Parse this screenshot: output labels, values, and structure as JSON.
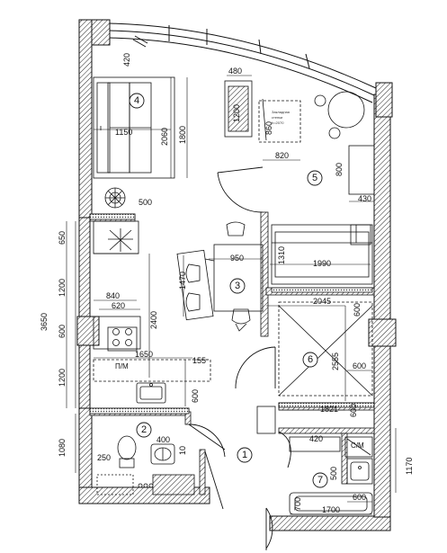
{
  "plan": {
    "rooms": [
      {
        "number": "1"
      },
      {
        "number": "2"
      },
      {
        "number": "3"
      },
      {
        "number": "4"
      },
      {
        "number": "5"
      },
      {
        "number": "6"
      },
      {
        "number": "7"
      }
    ],
    "dimensions": {
      "d420": "420",
      "d480": "480",
      "d1200": "1200",
      "d860": "860",
      "d820": "820",
      "d2060": "2060",
      "d1800": "1800",
      "d1150": "1150",
      "d500": "500",
      "d800": "800",
      "d430": "430",
      "d650": "650",
      "d950": "950",
      "d1310": "1310",
      "d1990": "1990",
      "d1470": "1470",
      "d1200b": "1200",
      "d840": "840",
      "d620": "620",
      "d2400": "2400",
      "d2045": "2045",
      "d600a": "600",
      "d3650": "3650",
      "d600b": "600",
      "d1650": "1650",
      "d155": "155",
      "d2555": "2555",
      "d600c": "600",
      "d1200c": "1200",
      "d600d": "600",
      "d1821": "1821",
      "d600e": "600",
      "d1080": "1080",
      "d400": "400",
      "d10": "10",
      "d420b": "420",
      "d1170": "1170",
      "d250": "250",
      "d500b": "500",
      "d600f": "600",
      "d700": "700",
      "d1700": "1700"
    },
    "labels": {
      "pm": "П/М",
      "sm": "С/М",
      "tv_note": [
        "Закладная",
        "стенки",
        "h=2070"
      ]
    }
  }
}
